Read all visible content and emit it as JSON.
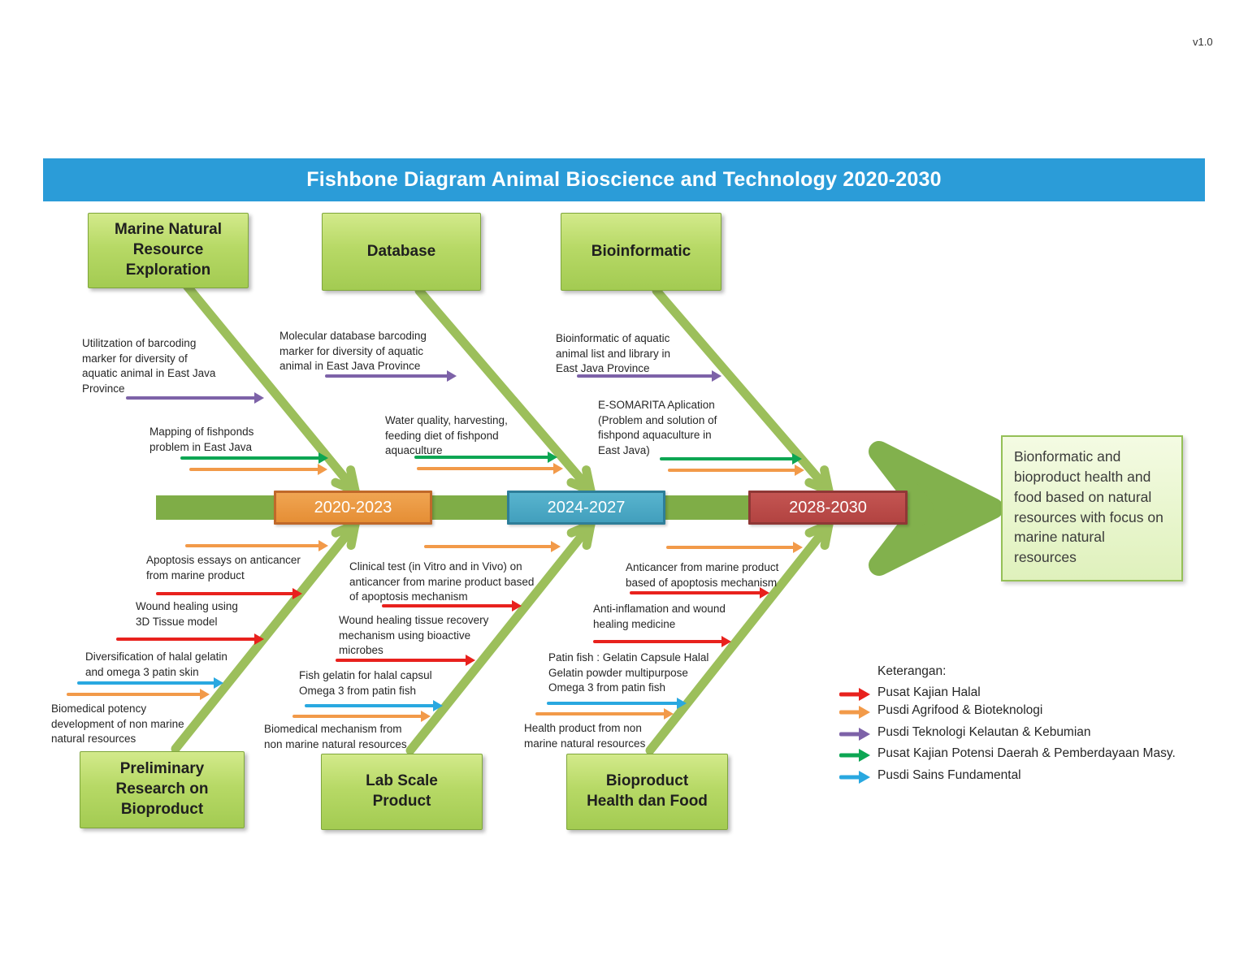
{
  "version": "v1.0",
  "title": "Fishbone Diagram Animal Bioscience and Technology 2020-2030",
  "timeline": {
    "periods": [
      {
        "label": "2020-2023"
      },
      {
        "label": "2024-2027"
      },
      {
        "label": "2028-2030"
      }
    ]
  },
  "nodes": {
    "top": [
      {
        "label": "Marine Natural\nResource\nExploration"
      },
      {
        "label": "Database"
      },
      {
        "label": "Bioinformatic"
      }
    ],
    "bottom": [
      {
        "label": "Preliminary\nResearch on\nBioproduct"
      },
      {
        "label": "Lab Scale\nProduct"
      },
      {
        "label": "Bioproduct\nHealth dan Food"
      }
    ]
  },
  "result_box": {
    "text": "Bionformatic and\nbioproduct health and\nfood based on natural\nresources with focus on\nmarine natural\nresources"
  },
  "notes": {
    "top": [
      {
        "text": "Utilitzation of barcoding\nmarker for diversity of\naquatic animal in East Java\nProvince"
      },
      {
        "text": "Mapping of fishponds\nproblem in East Java"
      },
      {
        "text": "Molecular database  barcoding\nmarker for diversity of aquatic\nanimal in East Java Province"
      },
      {
        "text": "Water quality, harvesting,\nfeeding diet of fishpond\naquaculture"
      },
      {
        "text": "Bioinformatic of aquatic\nanimal list and library in\nEast Java Province"
      },
      {
        "text": "E-SOMARITA Aplication\n(Problem and solution of\nfishpond aquaculture in\nEast Java)"
      }
    ],
    "bottom": [
      {
        "text": "Apoptosis essays on anticancer\nfrom marine product"
      },
      {
        "text": "Wound healing using\n3D Tissue model"
      },
      {
        "text": "Diversification of halal gelatin\nand omega 3 patin skin"
      },
      {
        "text": "Biomedical potency\ndevelopment of non marine\nnatural resources"
      },
      {
        "text": "Clinical test (in Vitro and in Vivo) on\nanticancer from marine product based\nof apoptosis mechanism"
      },
      {
        "text": "Wound healing tissue recovery\nmechanism using bioactive\nmicrobes"
      },
      {
        "text": "Fish gelatin for halal capsul\nOmega 3 from patin fish"
      },
      {
        "text": "Biomedical mechanism from\nnon marine natural resources"
      },
      {
        "text": "Anticancer from marine product\nbased of apoptosis mechanism"
      },
      {
        "text": "Anti-inflamation and wound\nhealing medicine"
      },
      {
        "text": "Patin fish : Gelatin Capsule Halal\nGelatin powder multipurpose\nOmega 3 from patin fish"
      },
      {
        "text": "Health product from non\nmarine natural resources"
      }
    ]
  },
  "legend": {
    "title": "Keterangan:",
    "items": [
      {
        "label": "Pusat Kajian Halal",
        "color": "#E8211D"
      },
      {
        "label": "Pusdi Agrifood & Bioteknologi",
        "color": "#F29A49"
      },
      {
        "label": "Pusdi Teknologi Kelautan & Kebumian",
        "color": "#7D62A8"
      },
      {
        "label": "Pusat Kajian Potensi Daerah & Pemberdayaan Masy.",
        "color": "#0DA653"
      },
      {
        "label": "Pusdi Sains Fundamental",
        "color": "#29A8E0"
      }
    ]
  },
  "colors": {
    "title_bar": "#2B9CD8",
    "spine_green": "#7FAD47",
    "bone_green": "#9CBF5B",
    "main_arrow_green": "#82B14D",
    "category_box_green": "#B7D966",
    "period_orange": "#E58E35",
    "period_blue": "#429FBD",
    "period_red": "#B24341"
  }
}
